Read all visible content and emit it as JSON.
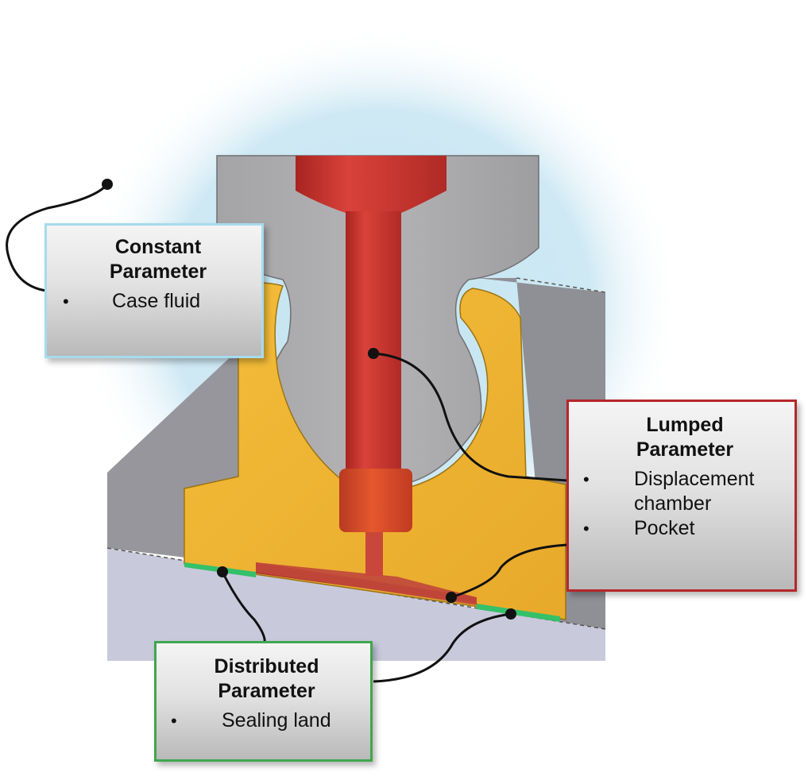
{
  "callouts": {
    "constant": {
      "title_line1": "Constant",
      "title_line2": "Parameter",
      "items": [
        "Case fluid"
      ],
      "border_color": "#a6dbee"
    },
    "lumped": {
      "title_line1": "Lumped",
      "title_line2": "Parameter",
      "items": [
        "Displacement chamber",
        "Pocket"
      ],
      "item_lines": [
        [
          "Displacement",
          "chamber"
        ],
        [
          "Pocket"
        ]
      ],
      "border_color": "#b6262a"
    },
    "distributed": {
      "title_line1": "Distributed",
      "title_line2": "Parameter",
      "items": [
        "Sealing land"
      ],
      "border_color": "#3fa64f"
    }
  },
  "bullet": "•",
  "colors": {
    "background_glow": "#c7e6f2",
    "housing_gray": "#9c9ca3",
    "cylinder_block_gray": "#a9a9ab",
    "slipper_yellow": "#f0b533",
    "piston_red": "#c8322d",
    "sealing_land_green": "#35c06a",
    "swashplate_lavender": "#c9c9dc"
  }
}
